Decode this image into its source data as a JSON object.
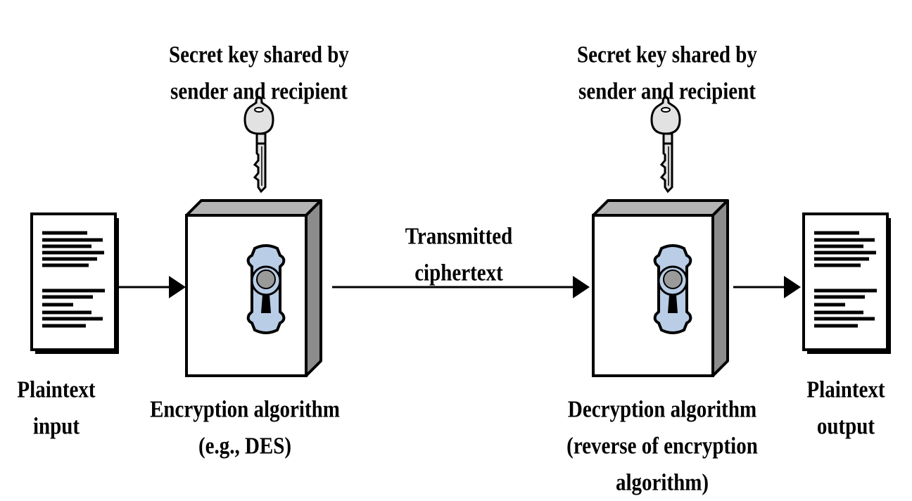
{
  "encryption": {
    "key_label": [
      "Secret key shared by",
      "sender and recipient"
    ],
    "algorithm_label": [
      "Encryption algorithm",
      "(e.g., DES)"
    ]
  },
  "decryption": {
    "key_label": [
      "Secret key shared by",
      "sender and recipient"
    ],
    "algorithm_label": [
      "Decryption algorithm",
      "(reverse of encryption",
      "algorithm)"
    ]
  },
  "input_label": [
    "Plaintext",
    "input"
  ],
  "output_label": [
    "Plaintext",
    "output"
  ],
  "channel_label": [
    "Transmitted",
    "ciphertext"
  ],
  "colors": {
    "box_face": "#ffffff",
    "box_top": "#b3b3b3",
    "box_side": "#8c8c8c",
    "lock_plate": "#b9cde6",
    "key_metal": "#e2e2e2",
    "stroke": "#000000"
  },
  "icons": [
    "document-icon",
    "key-icon",
    "lock-icon",
    "arrow-icon"
  ]
}
